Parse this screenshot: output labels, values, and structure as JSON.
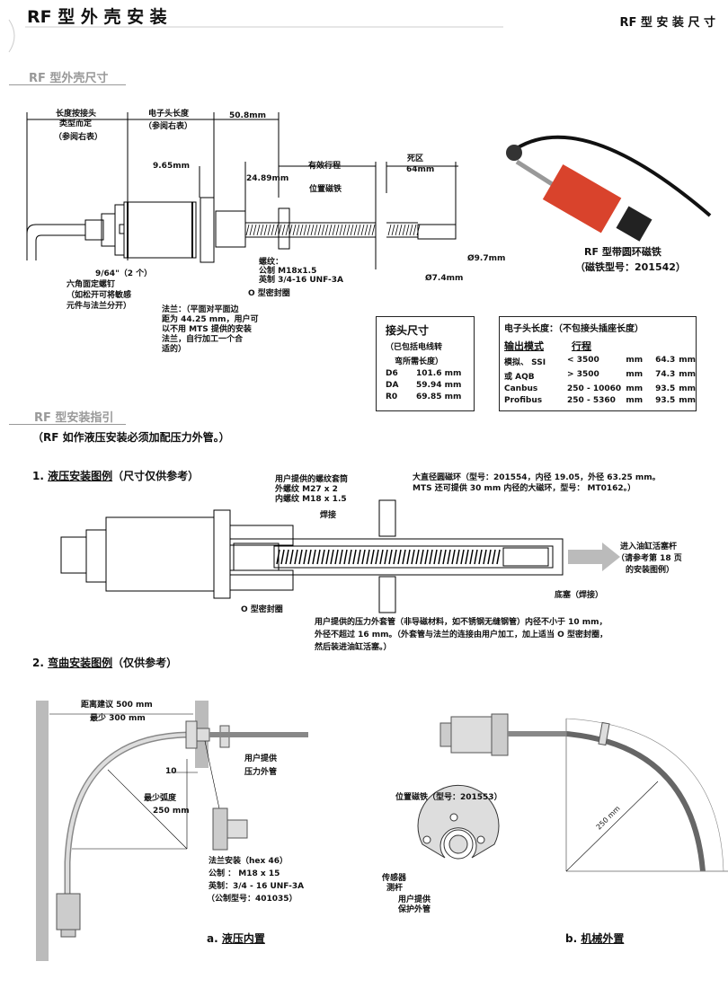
{
  "header": {
    "left_title": "RF 型 外 壳 安 装",
    "right_title": "RF 型 安 装 尺 寸"
  },
  "section1": {
    "title": "RF 型外壳尺寸",
    "dims": {
      "connector_len": "长度按接头",
      "connector_len2": "类型而定",
      "connector_ref": "（参阅右表）",
      "electronics_len": "电子头长度",
      "electronics_ref": "（参阅右表）",
      "d508": "50.8mm",
      "d965": "9.65mm",
      "d2489": "24.89mm",
      "stroke": "有效行程",
      "dead_zone": "死区",
      "dead_zone_val": "64mm",
      "magnet": "位置磁铁",
      "thread_title": "螺纹：",
      "thread_metric": "公制  M18x1.5",
      "thread_imperial": "英制  3/4-16 UNF-3A",
      "oring": "O 型密封圈",
      "dia1": "Ø9.7mm",
      "dia2": "Ø7.4mm",
      "screw": [
        "9/64\"（2 个）",
        "六角面定螺钉",
        "（如松开可将敏感",
        "元件与法兰分开）"
      ],
      "flange": [
        "法兰：（平面对平面边",
        "距为 44.25 mm，用户可",
        "以不用 MTS 提供的安装",
        "法兰，自行加工一个合",
        "适的）"
      ]
    },
    "photo_caption": [
      "RF 型带圆环磁铁",
      "（磁铁型号：201542）"
    ],
    "connector_table": {
      "title": "接头尺寸",
      "subtitle": [
        "（已包括电线转",
        "弯所需长度）"
      ],
      "rows": [
        [
          "D6",
          "101.6 mm"
        ],
        [
          "DA",
          "59.94 mm"
        ],
        [
          "R0",
          "69.85 mm"
        ]
      ]
    },
    "electronics_table": {
      "title": "电子头长度：（不包接头插座长度）",
      "col1": "输出模式",
      "col2": "行程",
      "rows": [
        [
          "模拟、 SSI",
          "< 3500",
          "mm",
          "64.3",
          "mm"
        ],
        [
          "或 AQB",
          "> 3500",
          "mm",
          "74.3",
          "mm"
        ],
        [
          "Canbus",
          "250 - 10060",
          "mm",
          "93.5",
          "mm"
        ],
        [
          "Profibus",
          "250 - 5360",
          "mm",
          "93.5",
          "mm"
        ]
      ]
    }
  },
  "section2": {
    "title": "RF 型安装指引",
    "note": "（RF 如作液压安装必须加配压力外管。）",
    "hydraulic": {
      "title_num": "1. ",
      "title": "液压安装图例",
      "title_suffix": "（尺寸仅供参考）",
      "sleeve": [
        "用户提供的螺纹套筒",
        "外螺纹 M27 x 2",
        "内螺纹 M18 x 1.5"
      ],
      "weld": "焊接",
      "ring": [
        "大直径圆磁环（型号：201554，内径 19.05，外径 63.25 mm。",
        "MTS 还可提供 30 mm 内径的大磁环，型号： MT0162。）"
      ],
      "cylinder": [
        "进入油缸活塞杆",
        "（请参考第 18 页",
        "的安装图例）"
      ],
      "plug": "底塞（焊接）",
      "oring": "O 型密封圈",
      "tube": [
        "用户提供的压力外套管（非导磁材料，如不锈钢无缝钢管）内径不小于 10 mm，",
        "外径不超过 16 mm。（外套管与法兰的连接由用户加工，加上适当 O 型密封圈，",
        "然后装进油缸活塞。）"
      ]
    },
    "bend": {
      "title_num": "2. ",
      "title": "弯曲安装图例",
      "title_suffix": "（仅供参考）",
      "distance": "距离建议 500 mm",
      "minimum": "最少  300 mm",
      "user_tube": [
        "用户提供",
        "压力外管"
      ],
      "ten": "10",
      "radius": [
        "最少弧度",
        "250 mm"
      ],
      "flange": [
        "法兰安装（hex 46）",
        "公制 ： M18 x 15",
        "英制：3/4 - 16 UNF-3A",
        "（公制型号：401035）"
      ],
      "caption_a_prefix": "a. ",
      "caption_a": "液压内置",
      "magnet": "位置磁铁（型号：201553）",
      "sensor": [
        "传感器",
        "测杆"
      ],
      "protect": [
        "用户提供",
        "保护外管"
      ],
      "r250": "250 mm",
      "caption_b_prefix": "b. ",
      "caption_b": "机械外置"
    }
  }
}
